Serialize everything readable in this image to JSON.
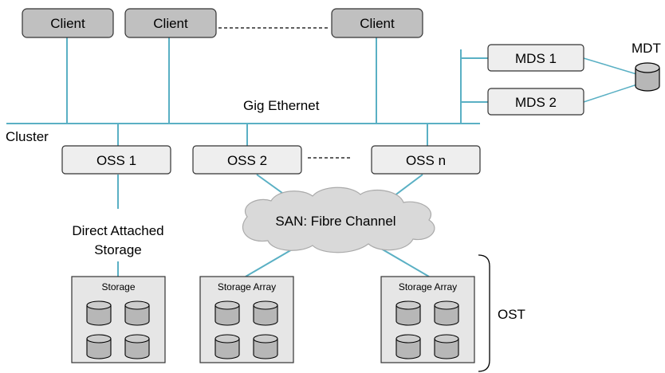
{
  "colors": {
    "client_fill": "#c0c0c0",
    "server_fill": "#eeeeee",
    "link": "#5ab0c4",
    "storage_box": "#e6e6e6",
    "disk": "#b7b7b7",
    "cloud": "#d9d9d9",
    "stroke": "#333333"
  },
  "clients": [
    "Client",
    "Client",
    "Client"
  ],
  "mds": [
    "MDS 1",
    "MDS 2"
  ],
  "mdt_label": "MDT",
  "network_label": "Gig Ethernet",
  "cluster_label": "Cluster",
  "oss": [
    "OSS 1",
    "OSS 2",
    "OSS n"
  ],
  "san_label": "SAN: Fibre Channel",
  "direct_label_line1": "Direct Attached",
  "direct_label_line2": "Storage",
  "storage_labels": [
    "Storage",
    "Storage Array",
    "Storage Array"
  ],
  "ost_label": "OST"
}
